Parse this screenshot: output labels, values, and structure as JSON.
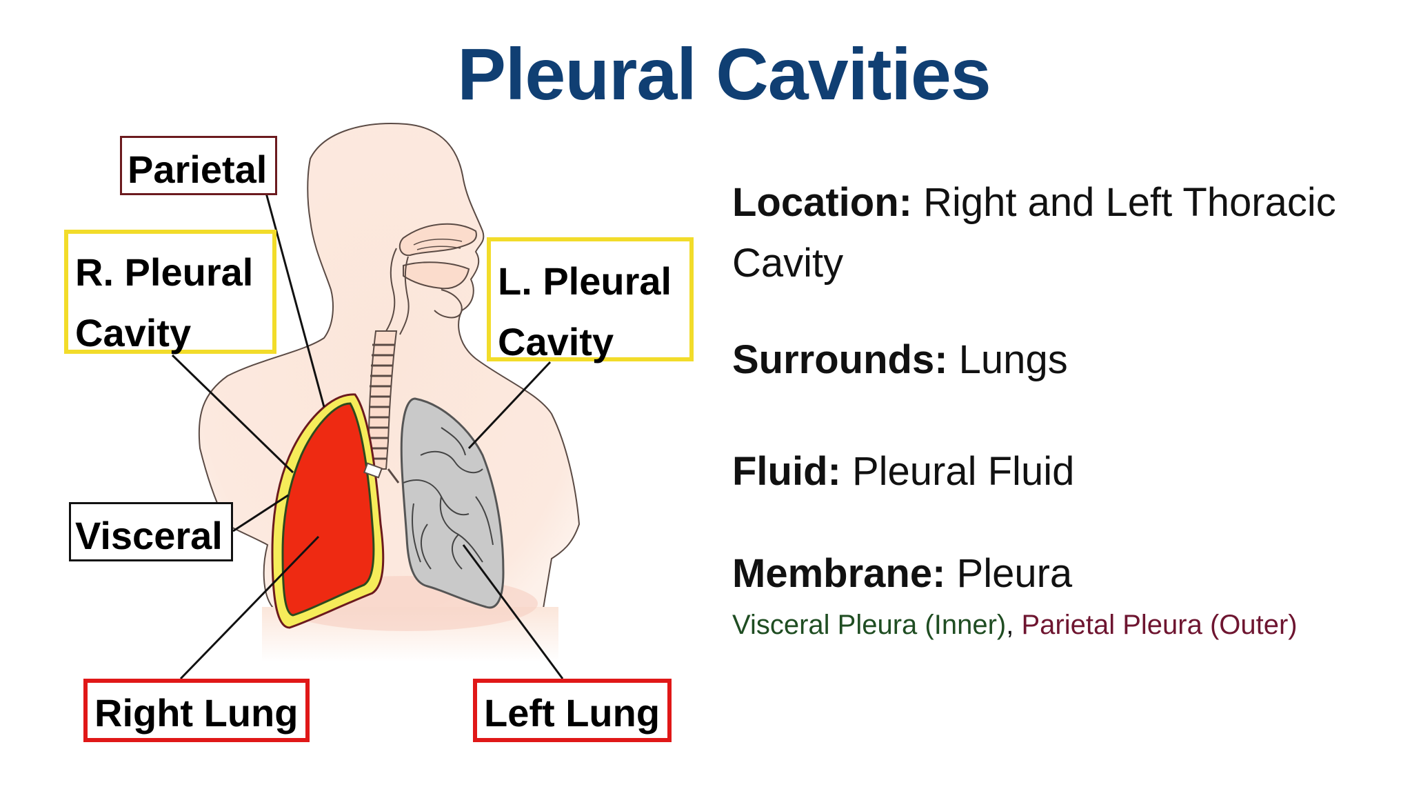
{
  "title": "Pleural Cavities",
  "labels": {
    "parietal": "Parietal",
    "r_pleural_line1": "R. Pleural",
    "r_pleural_line2": "Cavity",
    "l_pleural_line1": "L. Pleural",
    "l_pleural_line2": "Cavity",
    "visceral": "Visceral",
    "right_lung": "Right Lung",
    "left_lung": "Left Lung"
  },
  "info": {
    "location_key": "Location:",
    "location_value": "Right and Left Thoracic",
    "location_value_cont": "Cavity",
    "surrounds_key": "Surrounds:",
    "surrounds_value": "Lungs",
    "fluid_key": "Fluid:",
    "fluid_value": "Pleural Fluid",
    "membrane_key": "Membrane:",
    "membrane_value": "Pleura",
    "visceral_text": "Visceral Pleura (Inner)",
    "separator": ",",
    "parietal_text": "Parietal Pleura (Outer)"
  },
  "colors": {
    "title": "#103f73",
    "parietal_border": "#6b1a1e",
    "pleural_cavity_border": "#f2dc2a",
    "lung_border": "#e01818",
    "right_lung_fill": "#ee2a12",
    "left_lung_fill": "#c9c9c9",
    "skin": "#fbe6da",
    "visceral_text": "#1f4d22",
    "parietal_text": "#6e1530"
  }
}
